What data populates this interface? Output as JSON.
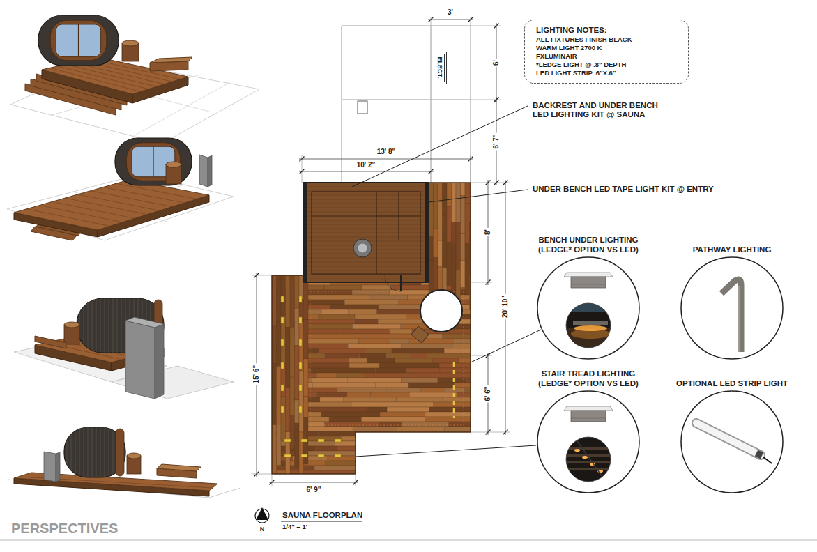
{
  "diagram": {
    "nodes": [
      {
        "text": [
          "LIGHTING NOTES:",
          "ALL FIXTURES FINISH BLACK",
          "WARM LIGHT 2700 K",
          "FXLUMINAIR",
          "*LEDGE LIGHT @ .8\" DEPTH",
          "LED LIGHT STRIP .6\"X.6\""
        ]
      },
      {
        "text": [
          "ELECT."
        ]
      },
      {
        "text": [
          "BENCH UNDER LIGHTING (LEDGE* OPTION VS LED)"
        ]
      },
      {
        "text": [
          "PATHWAY LIGHTING"
        ]
      },
      {
        "text": [
          "STAIR TREAD LIGHTING (LEDGE* OPTION VS LED)"
        ]
      },
      {
        "text": [
          "OPTIONAL LED STRIP LIGHT"
        ]
      }
    ],
    "labels": [
      "3'",
      "6'",
      "6' 7\"",
      "13' 8\"",
      "10' 2\"",
      "8'",
      "20' 10\"",
      "6' 6\"",
      "15' 6\"",
      "6' 9\"",
      "BACKREST AND UNDER BENCH LED LIGHTING KIT @ SAUNA",
      "UNDER BENCH LED TAPE LIGHT KIT @ ENTRY",
      "SAUNA FLOORPLAN",
      "1/4\" = 1'",
      "N",
      "PERSPECTIVES"
    ]
  }
}
